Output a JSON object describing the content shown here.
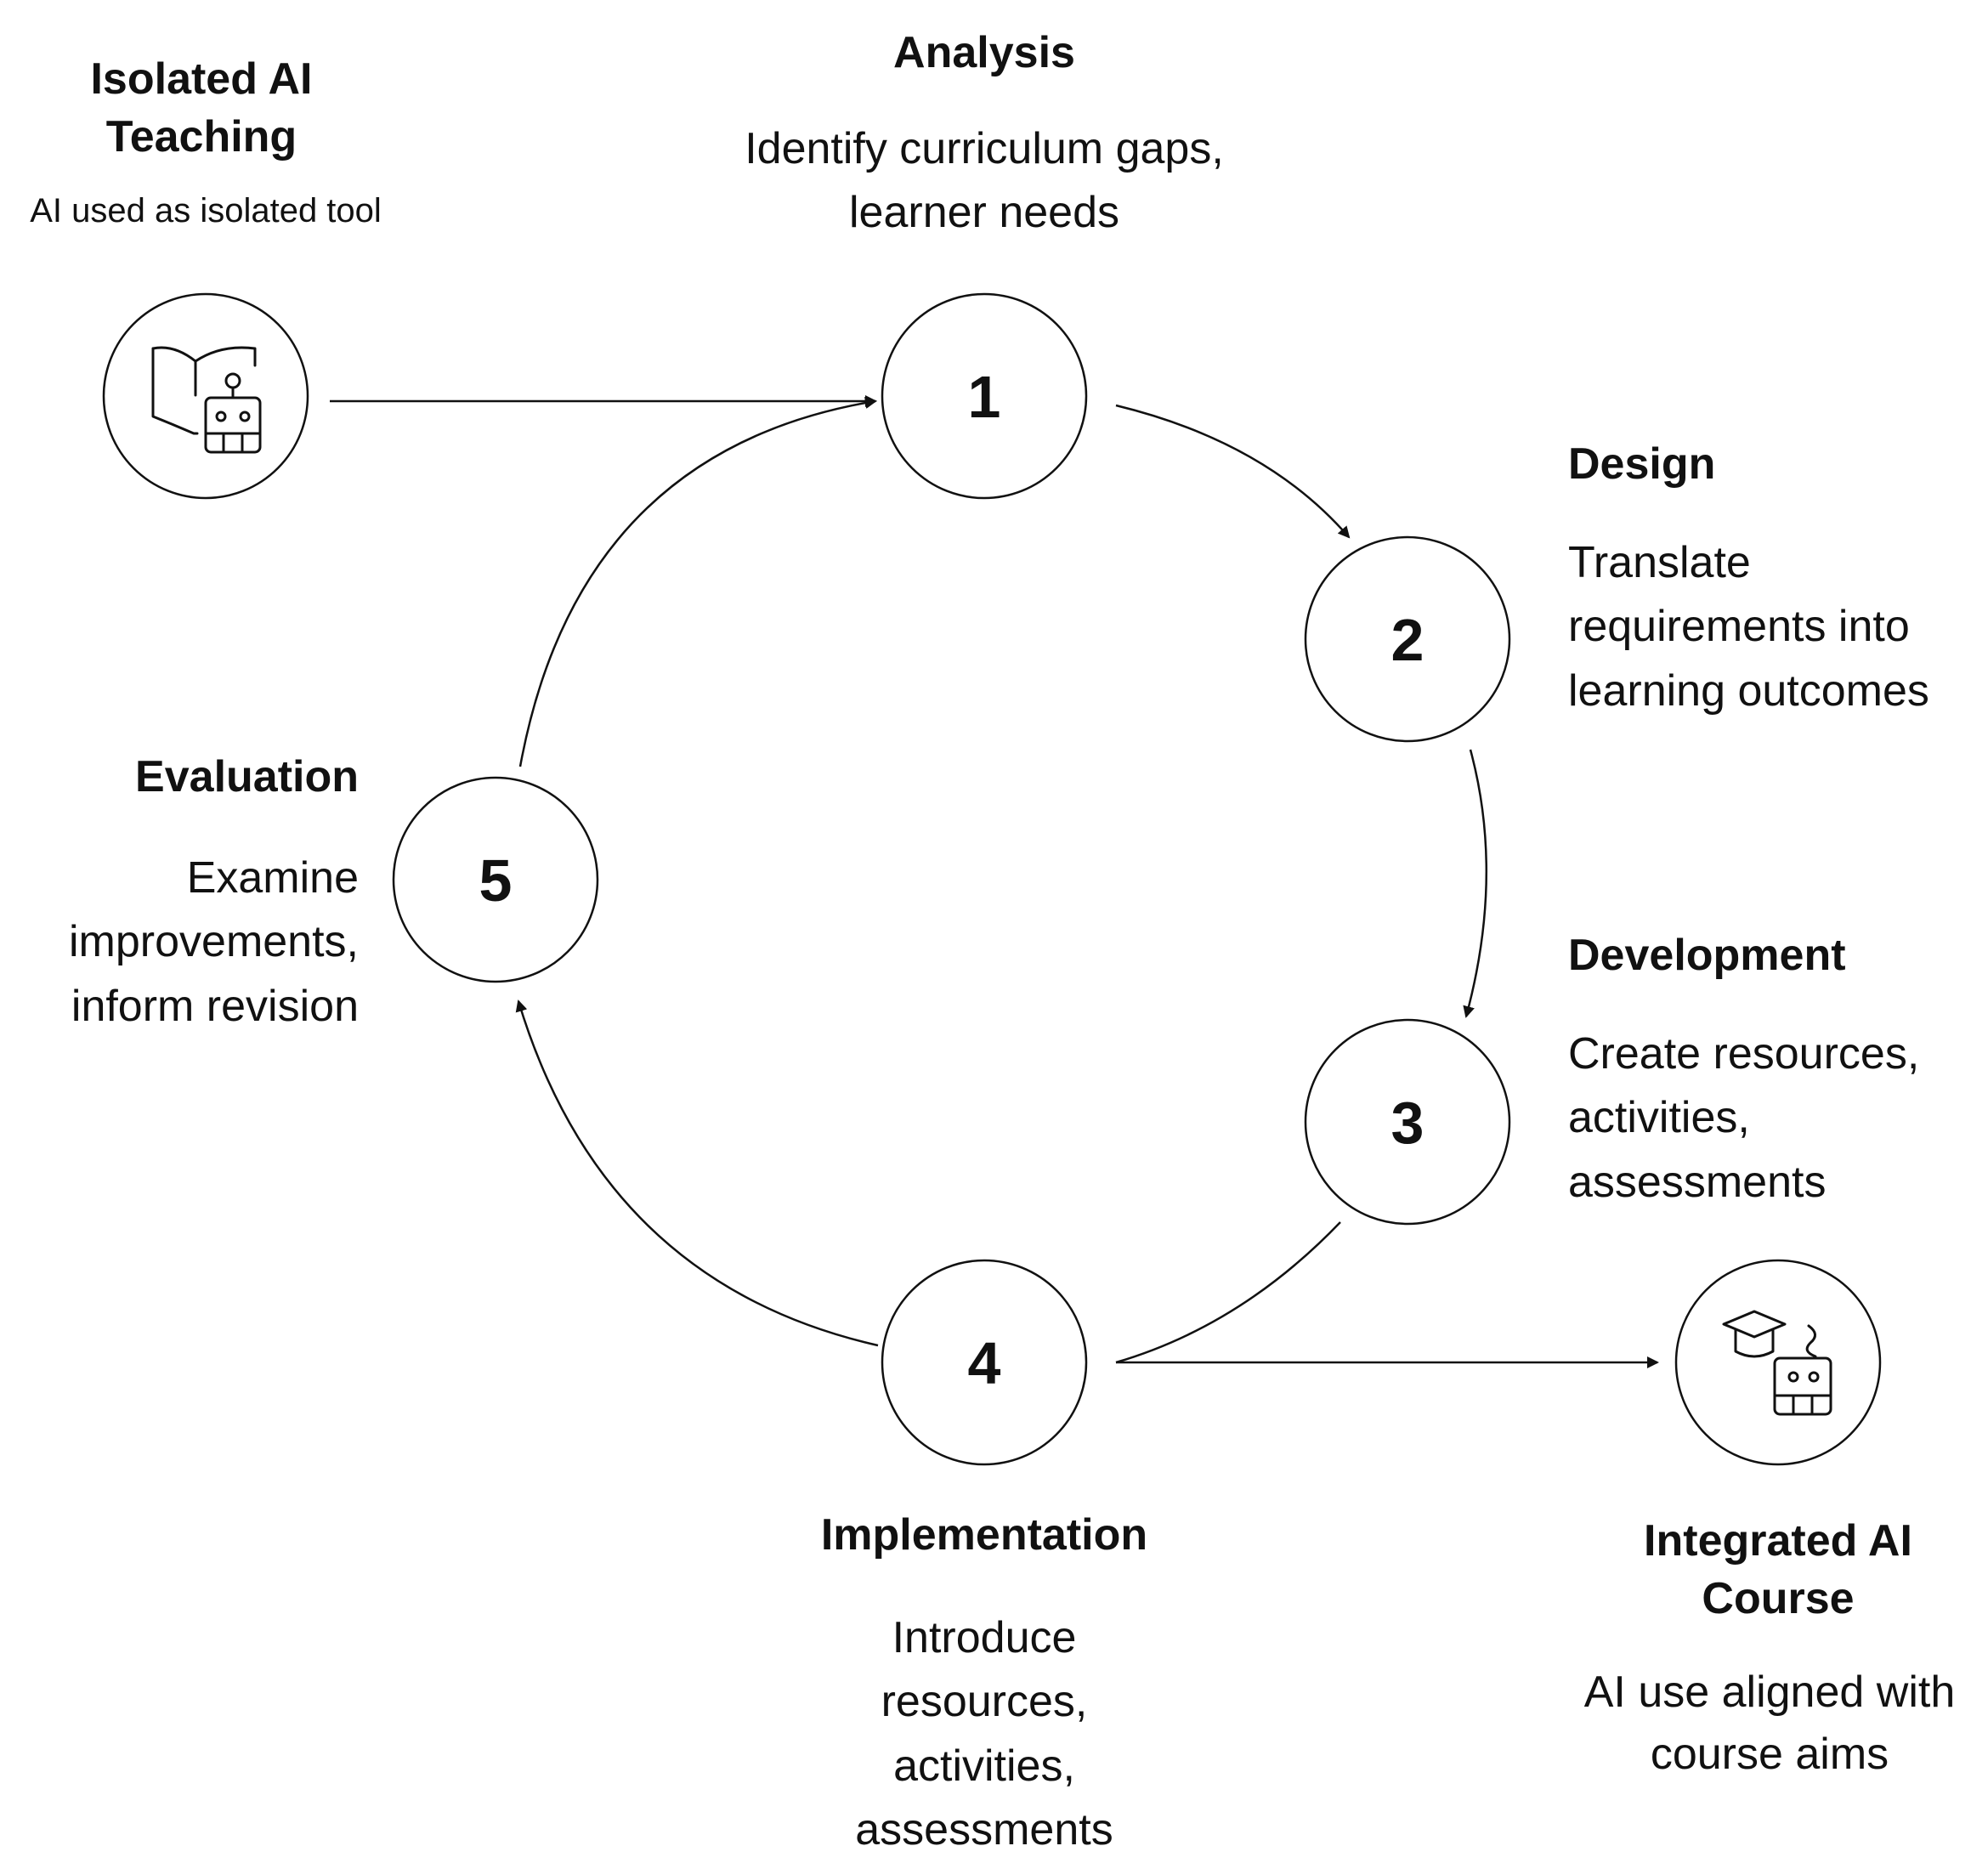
{
  "isolated": {
    "title": "Isolated AI Teaching",
    "desc": "AI used as isolated tool",
    "icon": "book-robot-icon"
  },
  "integrated": {
    "title": "Integrated AI Course",
    "desc": "AI use aligned with course aims",
    "icon": "graduation-cap-robot-icon"
  },
  "steps": [
    {
      "number": "1",
      "title": "Analysis",
      "desc": "Identify curriculum gaps, learner needs"
    },
    {
      "number": "2",
      "title": "Design",
      "desc": "Translate requirements into learning outcomes"
    },
    {
      "number": "3",
      "title": "Development",
      "desc": "Create resources, activities, assessments"
    },
    {
      "number": "4",
      "title": "Implementation",
      "desc": "Introduce resources, activities, assessments"
    },
    {
      "number": "5",
      "title": "Evaluation",
      "desc": "Examine improvements, inform revision"
    }
  ],
  "colors": {
    "stroke": "#111111",
    "background": "#ffffff"
  }
}
